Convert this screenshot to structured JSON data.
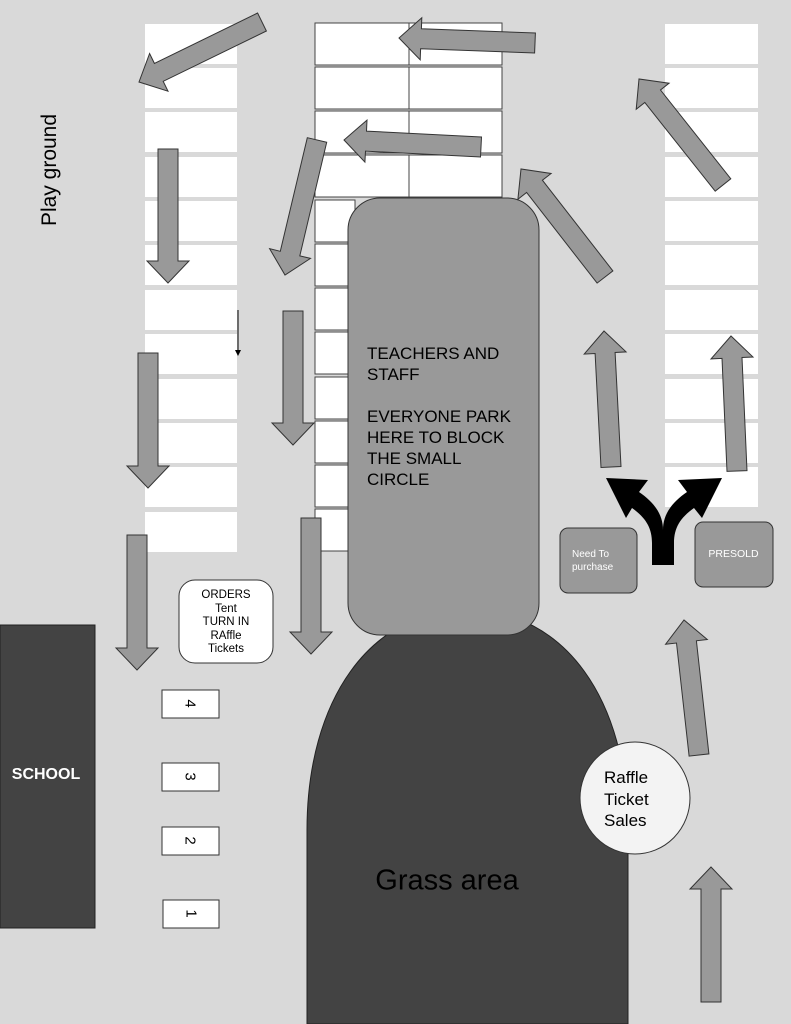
{
  "labels": {
    "playground": "Play ground",
    "teachers_staff": "TEACHERS AND\nSTAFF\n\nEVERYONE PARK\nHERE TO BLOCK\nTHE SMALL\nCIRCLE",
    "grass_area": "Grass area",
    "school": "SCHOOL",
    "orders_tent": "ORDERS\nTent\nTURN IN\nRAffle\nTickets",
    "need_to_purchase": "Need To\npurchase",
    "presold": "PRESOLD",
    "raffle_ticket_sales": "Raffle\nTicket\nSales"
  },
  "stations": [
    "4",
    "3",
    "2",
    "1"
  ],
  "colors": {
    "background": "#d9d9d9",
    "dark_area": "#434343",
    "medium_area": "#999999",
    "arrow_fill": "#999999",
    "parking_slot": "#ffffff"
  },
  "icons": [
    "fork-arrow-icon"
  ]
}
